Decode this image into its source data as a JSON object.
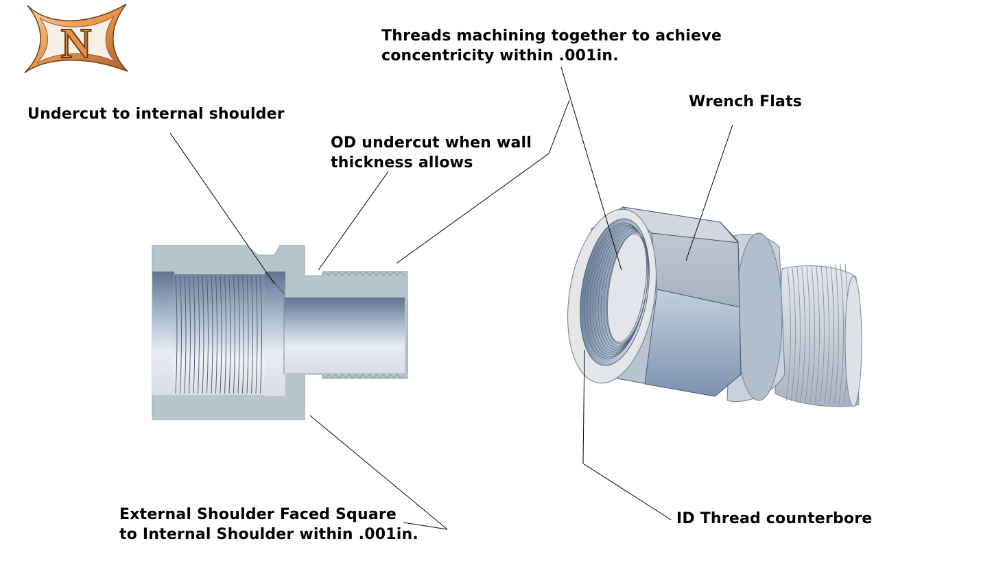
{
  "logo": {
    "letter": "N",
    "icon": "n-monogram-logo-icon"
  },
  "callouts": {
    "undercut_internal": "Undercut to internal shoulder",
    "od_undercut": {
      "line1": "OD undercut when wall",
      "line2": "thickness allows"
    },
    "threads_machining": {
      "line1": "Threads machining together to achieve",
      "line2": "concentricity within .001in."
    },
    "wrench_flats": "Wrench Flats",
    "external_shoulder": {
      "line1": "External Shoulder Faced Square",
      "line2": "to Internal Shoulder within .001in."
    },
    "id_thread_counterbore": "ID Thread counterbore"
  },
  "colors": {
    "section_face": "#b4c5cb",
    "bore_light": "#f1f3f5",
    "bore_dark": "#5f7390",
    "steel_light": "#d9dfe5",
    "steel_mid": "#a6b5c8",
    "steel_dark": "#7d94b2",
    "logo_orange": "#e8944a",
    "leader": "#000000"
  }
}
